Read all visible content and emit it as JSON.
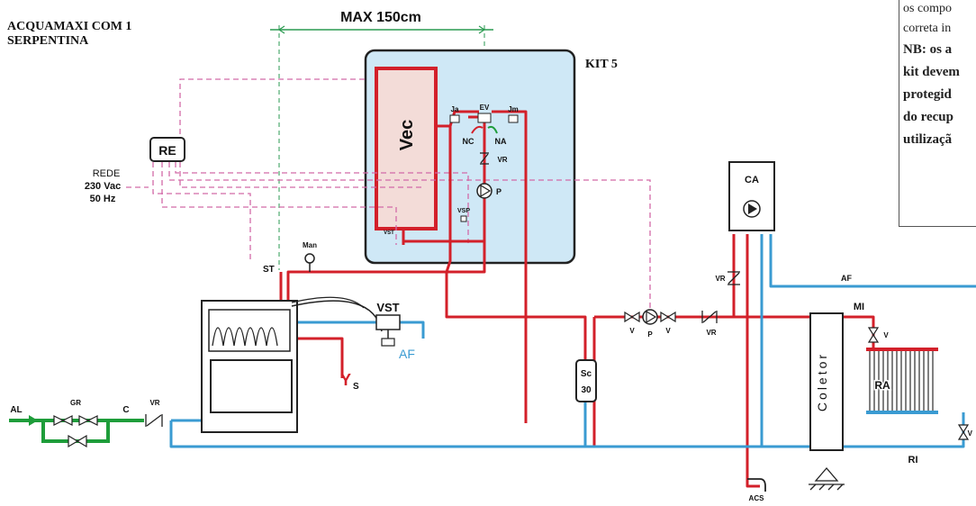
{
  "title": {
    "line1": "ACQUAMAXI COM 1",
    "line2": "SERPENTINA"
  },
  "kit": "KIT 5",
  "max_dim": "MAX 150cm",
  "note": {
    "lines": [
      "os compo",
      "correta in"
    ],
    "bold_lines": [
      "NB: os a",
      "kit devem",
      "protegid",
      "do recup",
      "utilizaçã"
    ]
  },
  "labels": {
    "vec": "Vec",
    "ja": "Ja",
    "ev": "EV",
    "jm": "Jm",
    "nc": "NC",
    "na": "NA",
    "vr": "VR",
    "p": "P",
    "vsp": "VSP",
    "vst_small": "VST",
    "re": "RE",
    "rede1": "REDE",
    "rede2": "230 Vac",
    "rede3": "50 Hz",
    "st": "ST",
    "man": "Man",
    "vst": "VST",
    "af": "AF",
    "s": "S",
    "al": "AL",
    "gr": "GR",
    "c": "C",
    "sc1": "Sc",
    "sc2": "30",
    "v": "V",
    "ca": "CA",
    "mi": "MI",
    "ra": "RA",
    "ri": "RI",
    "coletor": "Coletor",
    "acs": "ACS"
  },
  "colors": {
    "hot": "#d3202a",
    "cold": "#3a9bd2",
    "mains": "#1e9d3a",
    "electric": "#d26aa8",
    "dim": "#2a9a50",
    "kit_fill": "#cfe8f6",
    "vec_fill": "#f3dcd8"
  },
  "icons": [
    "pump-icon",
    "valve-icon",
    "check-valve-icon",
    "pressure-gauge-icon",
    "drain-tap-icon",
    "ground-support-icon",
    "coil-icon"
  ]
}
